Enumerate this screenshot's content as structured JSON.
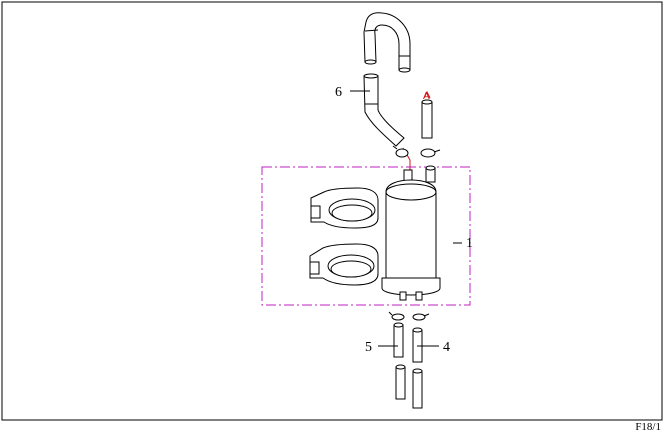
{
  "diagram": {
    "callouts": {
      "part_1": "1",
      "part_4": "4",
      "part_5": "5",
      "part_6": "6",
      "marker_a": "A"
    },
    "figure_id": "F18/1",
    "colors": {
      "assembly_box": "#c020c0",
      "marker": "#d01010",
      "line": "#000000"
    }
  }
}
